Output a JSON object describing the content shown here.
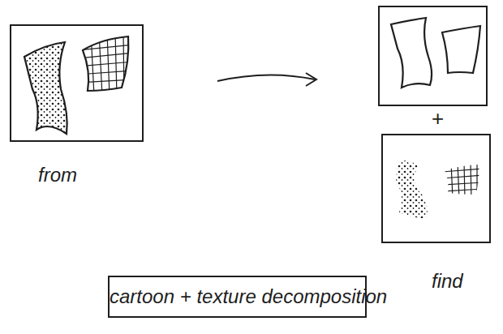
{
  "diagram": {
    "nodes": [
      {
        "text": [
          "from"
        ]
      },
      {
        "text": [
          "find"
        ]
      },
      {
        "text": [
          "cartoon + texture decomposition"
        ]
      }
    ],
    "labels": [
      "+"
    ]
  }
}
